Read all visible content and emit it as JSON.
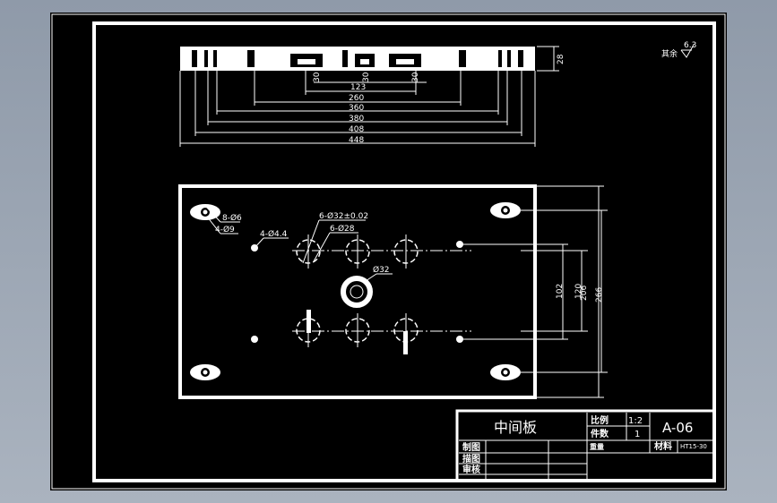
{
  "drawing": {
    "surface_finish": {
      "prefix": "其余",
      "value": "6.3"
    },
    "top_view": {
      "thickness": "28",
      "pocket_labels": [
        "30",
        "30",
        "30"
      ],
      "dimensions": [
        "123",
        "260",
        "360",
        "380",
        "408",
        "448"
      ]
    },
    "plan_view": {
      "callouts": [
        "8-Ø6",
        "4-Ø9",
        "4-Ø4.4",
        "6-Ø32±0.02",
        "6-Ø28",
        "Ø32"
      ],
      "vertical_dims": [
        "102",
        "120",
        "206",
        "266"
      ]
    },
    "title_block": {
      "part_name": "中间板",
      "scale_label": "比例",
      "scale_value": "1:2",
      "qty_label": "件数",
      "qty_value": "1",
      "drawing_no": "A-06",
      "weight_label": "重量",
      "material_label": "材料",
      "material_value": "HT15-30",
      "rows": [
        "制图",
        "描图",
        "审核"
      ]
    }
  },
  "colors": {
    "background": "#000000",
    "lines": "#ffffff",
    "workspace": "#9aa4b2"
  }
}
